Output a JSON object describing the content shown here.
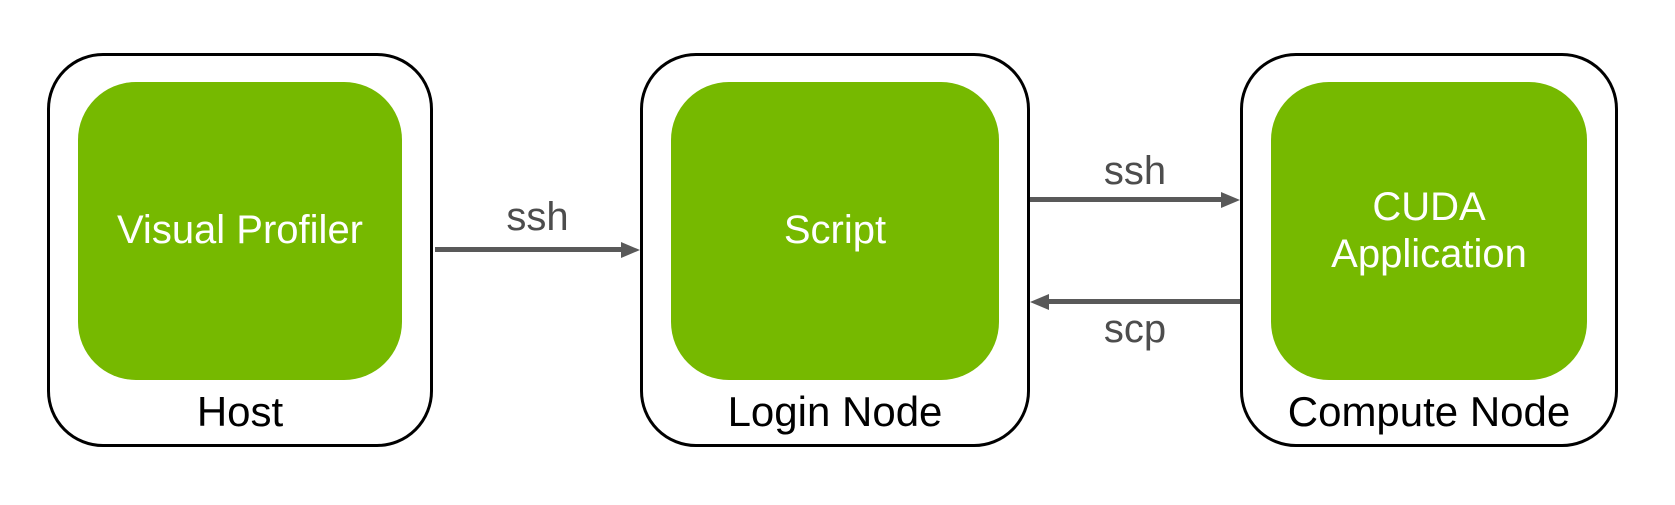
{
  "colors": {
    "green": "#76B900",
    "arrow": "#595959",
    "arrow_label_text": "#4d4d4d",
    "border": "#000000",
    "node_text": "#ffffff",
    "outer_label_text": "#000000",
    "background": "#ffffff"
  },
  "nodes": [
    {
      "id": "host",
      "inner_label": "Visual Profiler",
      "outer_label": "Host"
    },
    {
      "id": "login",
      "inner_label": "Script",
      "outer_label": "Login Node"
    },
    {
      "id": "compute",
      "inner_label": "CUDA Application",
      "outer_label": "Compute Node"
    }
  ],
  "arrows": [
    {
      "label": "ssh",
      "from": "Host",
      "to": "Login Node",
      "direction": "right"
    },
    {
      "label": "ssh",
      "from": "Login Node",
      "to": "Compute Node",
      "direction": "right"
    },
    {
      "label": "scp",
      "from": "Compute Node",
      "to": "Login Node",
      "direction": "left"
    }
  ]
}
